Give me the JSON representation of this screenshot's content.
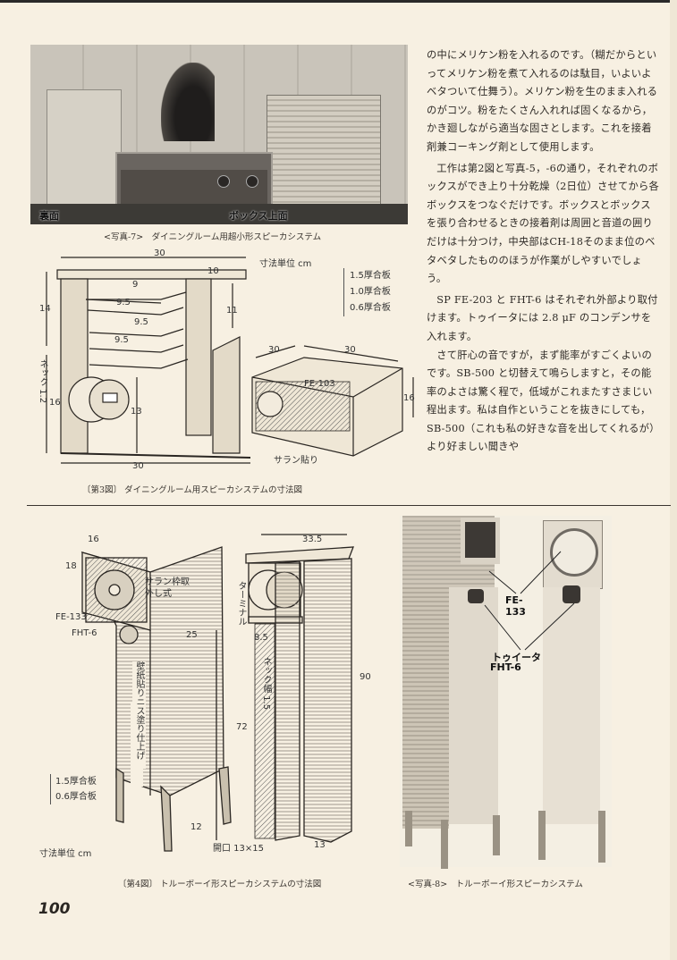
{
  "page": {
    "page_number": "100"
  },
  "photo7": {
    "caption": "<写真-7>　ダイニングルーム用超小形スピーカシステム",
    "label_left": "裏面",
    "label_right": "ボックス上面"
  },
  "figure3": {
    "caption": "〔第3図〕 ダイニングルーム用スピーカシステムの寸法図",
    "unit": "寸法単位 cm",
    "legend": [
      "1.5厚合板",
      "1.0厚合板",
      "0.6厚合板"
    ],
    "dims": {
      "width_top": "30",
      "width_bottom": "30",
      "right_section": "10",
      "shelf1": "9",
      "shelf2": "9.5",
      "shelf3": "9.5",
      "shelf4": "9.5",
      "height_upper": "14",
      "height_right": "11",
      "height_lower": "16",
      "height_inner": "13",
      "neck": "ネック 1.2",
      "small_box_depth": "30",
      "small_box_width": "30",
      "small_box_height": "16"
    },
    "driver_small": "FE-103",
    "saran": "サラン貼り",
    "driver_label": "FE-103"
  },
  "article": {
    "paragraphs": [
      "の中にメリケン粉を入れるのです。（糊だからといってメリケン粉を煮て入れるのは駄目，いよいよベタついて仕舞う）。メリケン粉を生のまま入れるのがコツ。粉をたくさん入れれば固くなるから，かき廻しながら適当な固さとします。これを接着剤兼コーキング剤として使用します。",
      "工作は第2図と写真-5，-6の通り，それぞれのボックスができ上り十分乾燥（2日位）させてから各ボックスをつなぐだけです。ボックスとボックスを張り合わせるときの接着剤は周囲と音道の囲りだけは十分つけ，中央部はCH-18そのまま位のベタベタしたもののほうが作業がしやすいでしょう。",
      "SP FE-203 と FHT-6 はそれぞれ外部より取付けます。トゥイータには 2.8 μF のコンデンサを入れます。",
      "さて肝心の音ですが，まず能率がすごくよいのです。SB-500 と切替えて鳴らしますと，その能率のよさは驚く程で，低域がこれまたすさまじい程出ます。私は自作ということを抜きにしても，SB-500（これも私の好きな音を出してくれるが）より好ましい聞きや"
    ]
  },
  "figure4": {
    "caption": "〔第4図〕 トルーボーイ形スピーカシステムの寸法図",
    "unit": "寸法単位 cm",
    "legend": [
      "1.5厚合板",
      "0.6厚合板"
    ],
    "dims": {
      "front_width": "16",
      "front_height": "18",
      "depth": "25",
      "top_width": "33.5",
      "total_height": "90",
      "body_height": "72",
      "leg_height": "12",
      "terminal_offset": "8.5",
      "port_width": "13",
      "port": "開口 13×15",
      "neck": "ネック幅 1.5"
    },
    "labels": {
      "grille": "サラン枠取外し式",
      "woofer": "FE-133",
      "tweeter": "FHT-6",
      "finish": "壁紙貼りニス塗り仕上げ",
      "terminal": "ターミナル"
    }
  },
  "photo8": {
    "caption": "<写真-8>　トルーボーイ形スピーカシステム",
    "label_woofer": "FE-133",
    "label_tweeter_1": "トゥイータ",
    "label_tweeter_2": "FHT-6"
  }
}
